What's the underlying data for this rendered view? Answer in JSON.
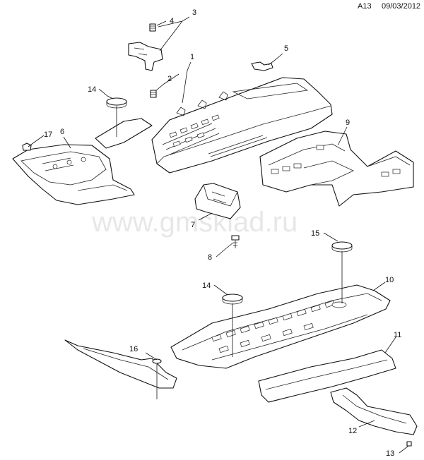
{
  "header": {
    "page_code": "A13",
    "date": "09/03/2012"
  },
  "watermark": "www.gmsklad.ru",
  "callouts": [
    "1",
    "2",
    "3",
    "4",
    "5",
    "6",
    "7",
    "8",
    "9",
    "10",
    "11",
    "12",
    "13",
    "14",
    "14",
    "15",
    "16",
    "17"
  ]
}
